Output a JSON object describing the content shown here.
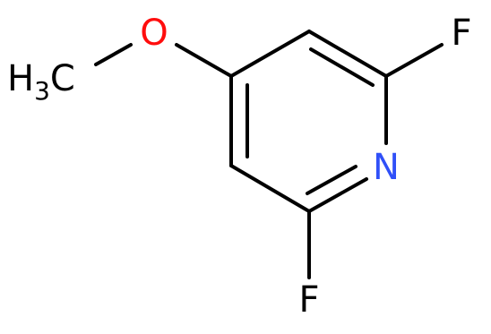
{
  "colors": {
    "bond": "#000000",
    "oxygen": "#ff0d0d",
    "nitrogen": "#3050f8",
    "fluorine": "#000000",
    "carbon_label": "#000000"
  },
  "molecule": {
    "atoms": {
      "methyl": {
        "symbol": "H",
        "subscript": "3",
        "suffix": "C"
      },
      "oxygen": {
        "symbol": "O"
      },
      "nitrogen": {
        "symbol": "N"
      },
      "fluorine_top": {
        "symbol": "F"
      },
      "fluorine_bottom": {
        "symbol": "F"
      }
    }
  }
}
